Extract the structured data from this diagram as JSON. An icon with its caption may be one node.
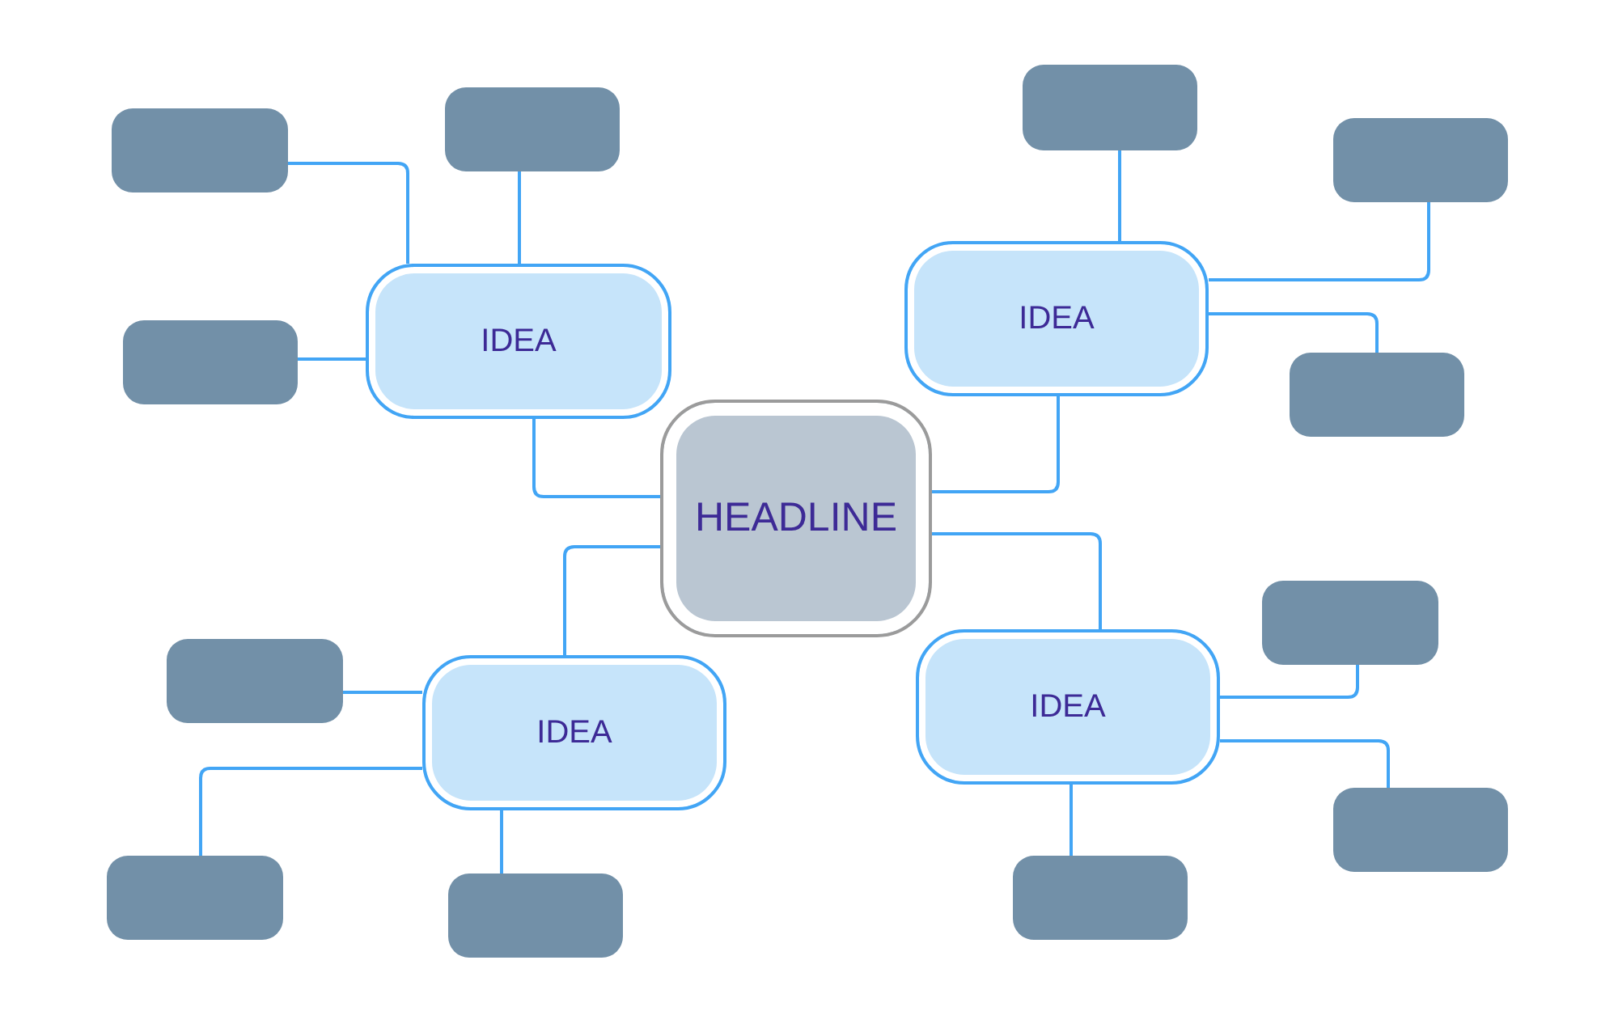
{
  "diagram": {
    "nodes": [
      {
        "text": [
          "HEADLINE"
        ]
      },
      {
        "text": [
          "IDEA"
        ]
      },
      {
        "text": [
          "IDEA"
        ]
      },
      {
        "text": [
          "IDEA"
        ]
      },
      {
        "text": [
          "IDEA"
        ]
      },
      {
        "text": [],
        "shape": "box"
      },
      {
        "text": [],
        "shape": "box"
      },
      {
        "text": [],
        "shape": "box"
      },
      {
        "text": [],
        "shape": "box"
      },
      {
        "text": [],
        "shape": "box"
      },
      {
        "text": [],
        "shape": "box"
      },
      {
        "text": [],
        "shape": "box"
      },
      {
        "text": [],
        "shape": "box"
      },
      {
        "text": [],
        "shape": "box"
      },
      {
        "text": [],
        "shape": "box"
      },
      {
        "text": [],
        "shape": "box"
      },
      {
        "text": [],
        "shape": "box"
      }
    ],
    "edges": [
      {
        "from": 0,
        "to": 1,
        "arrow": "none"
      },
      {
        "from": 0,
        "to": 2,
        "arrow": "none"
      },
      {
        "from": 0,
        "to": 3,
        "arrow": "none"
      },
      {
        "from": 0,
        "to": 4,
        "arrow": "none"
      },
      {
        "from": 1,
        "to": 5,
        "arrow": "none"
      },
      {
        "from": 1,
        "to": 6,
        "arrow": "none"
      },
      {
        "from": 1,
        "to": 7,
        "arrow": "none"
      },
      {
        "from": 2,
        "to": 8,
        "arrow": "none"
      },
      {
        "from": 2,
        "to": 9,
        "arrow": "none"
      },
      {
        "from": 2,
        "to": 10,
        "arrow": "none"
      },
      {
        "from": 3,
        "to": 11,
        "arrow": "none"
      },
      {
        "from": 3,
        "to": 12,
        "arrow": "none"
      },
      {
        "from": 3,
        "to": 13,
        "arrow": "none"
      },
      {
        "from": 4,
        "to": 14,
        "arrow": "none"
      },
      {
        "from": 4,
        "to": 15,
        "arrow": "none"
      },
      {
        "from": 4,
        "to": 16,
        "arrow": "none"
      }
    ]
  }
}
